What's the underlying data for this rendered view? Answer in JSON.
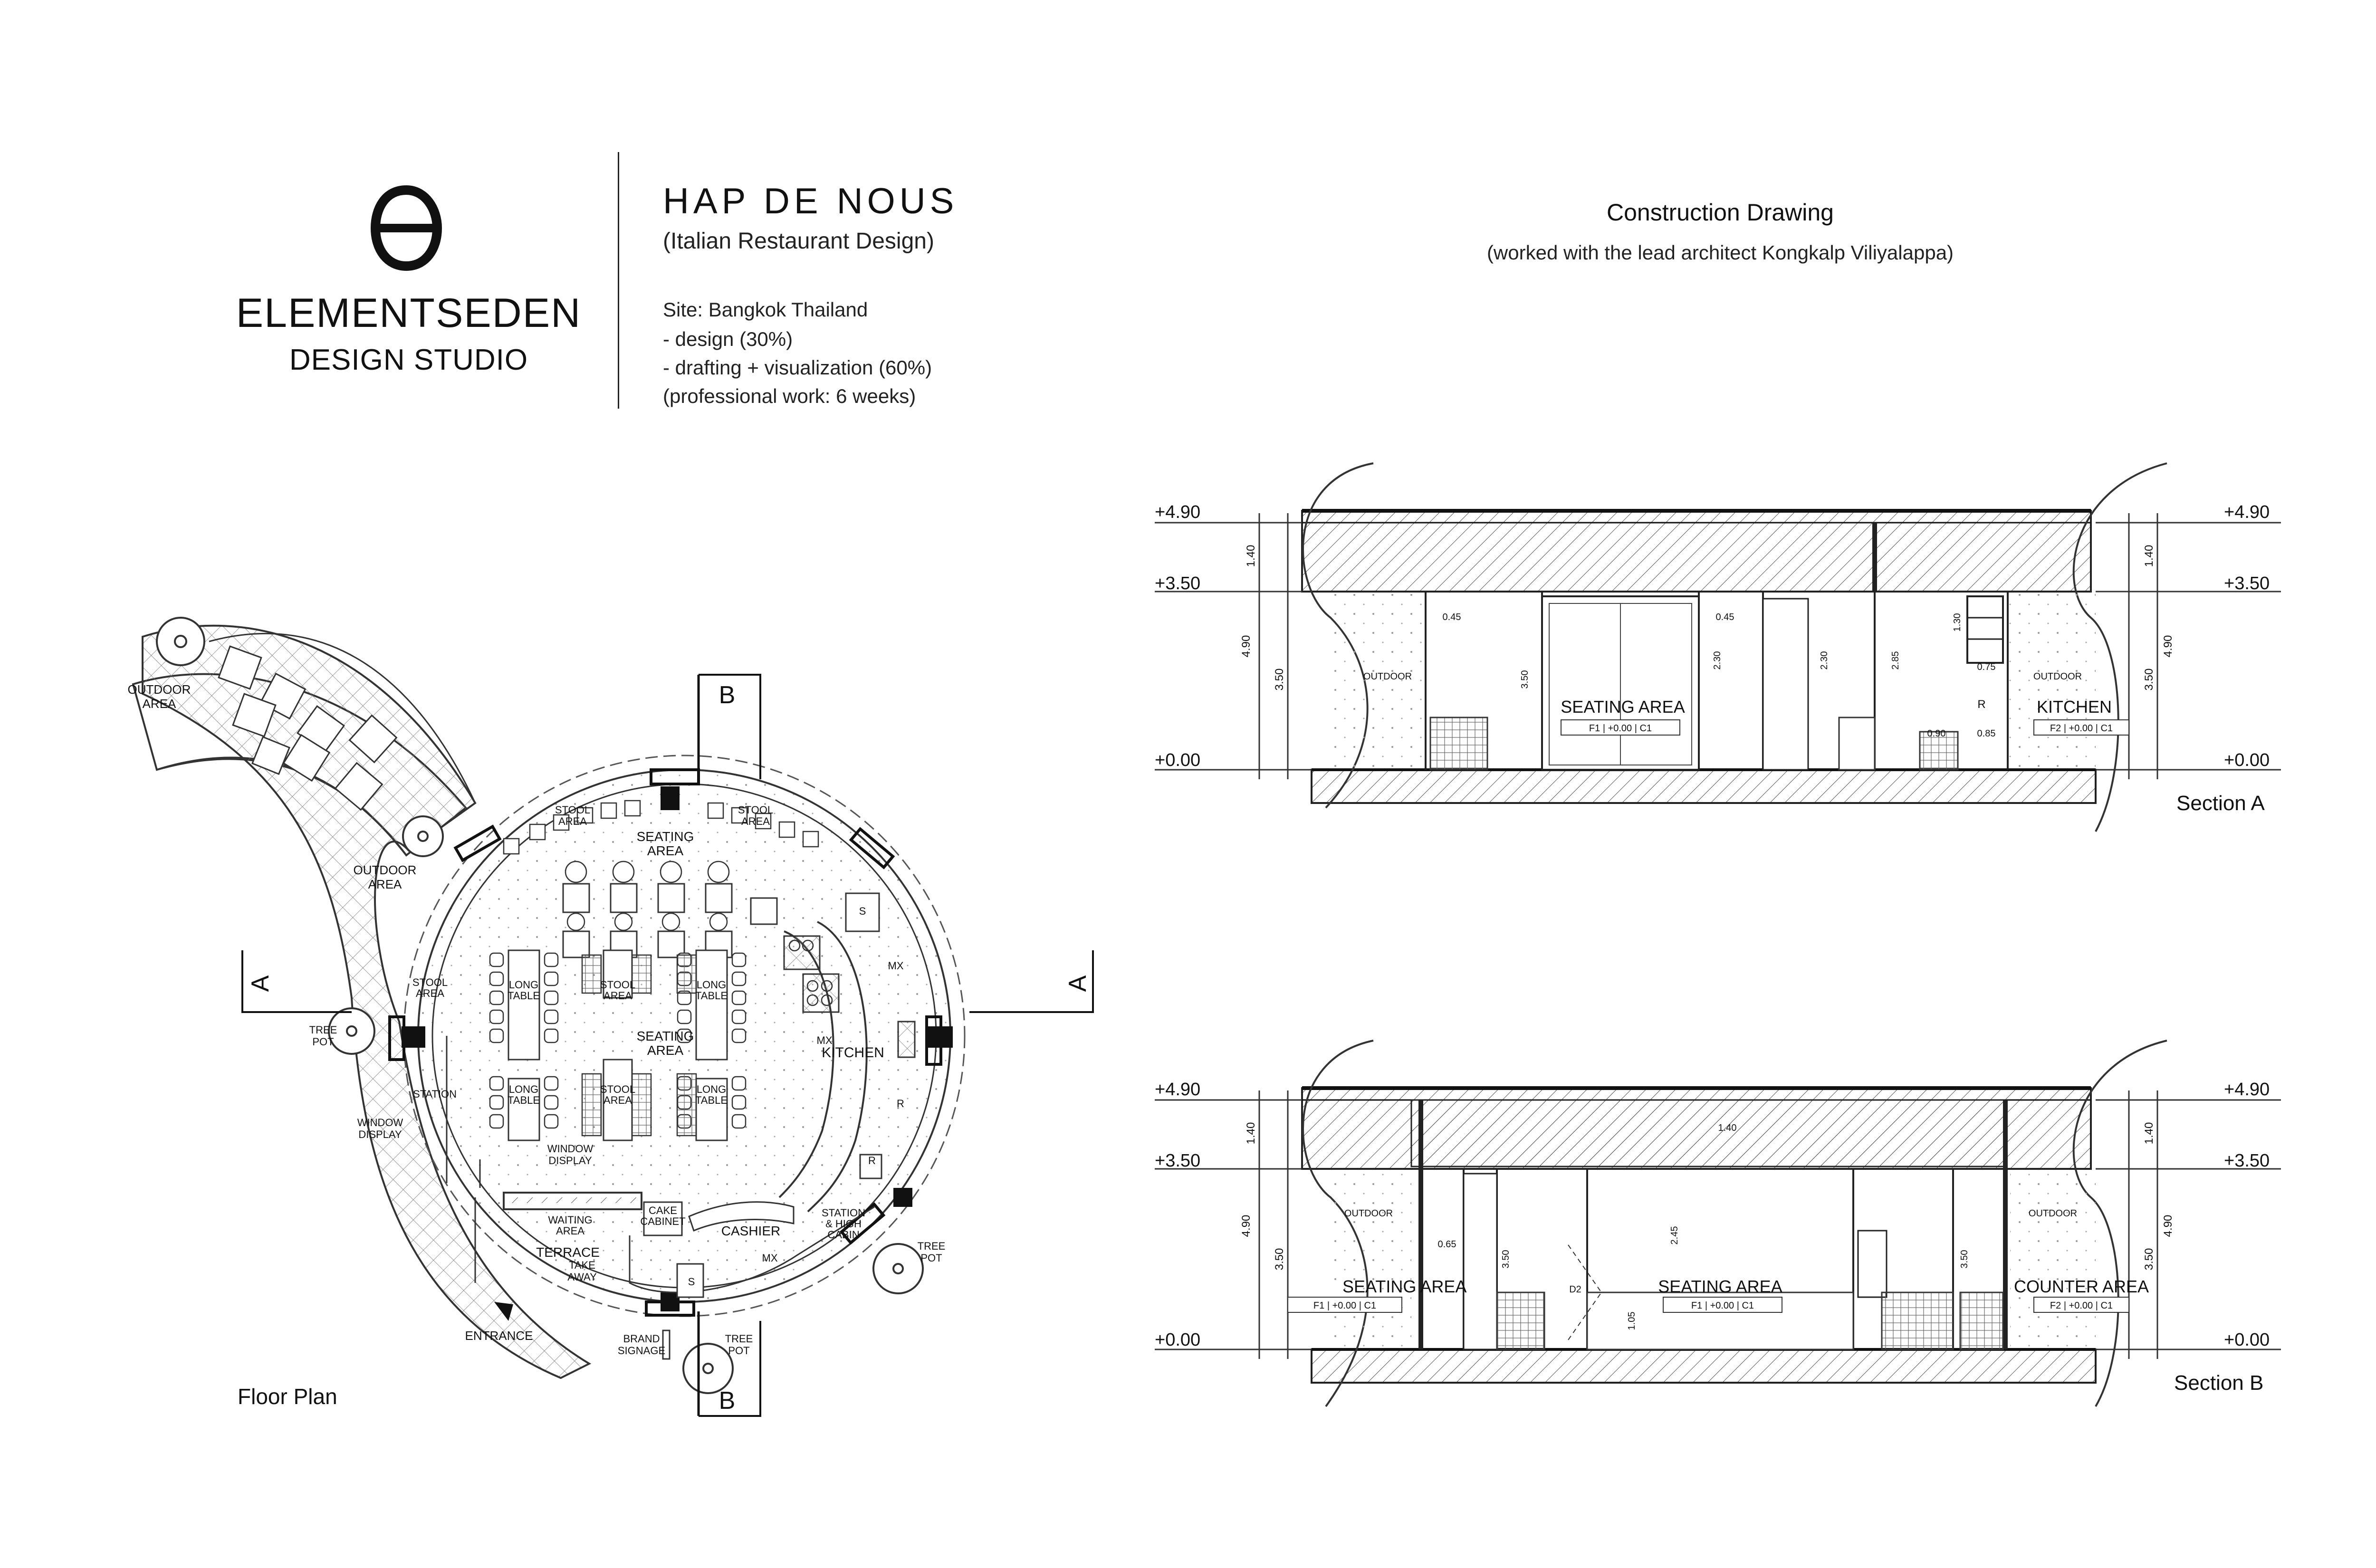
{
  "studio": {
    "name": "ELEMENTSEDEN",
    "subtitle": "DESIGN STUDIO"
  },
  "project": {
    "title": "HAP DE NOUS",
    "subtitle": "(Italian Restaurant Design)",
    "info": [
      "Site: Bangkok Thailand",
      "- design (30%)",
      "- drafting + visualization (60%)",
      "(professional work: 6 weeks)"
    ]
  },
  "construction": {
    "title": "Construction Drawing",
    "subtitle": "(worked with the lead architect Kongkalp Viliyalappa)"
  },
  "floor_plan": {
    "caption": "Floor Plan",
    "section_marks": {
      "a": "A",
      "b": "B"
    },
    "labels": {
      "outdoor_area_1": "OUTDOOR",
      "outdoor_area_1b": "AREA",
      "outdoor_area_2": "OUTDOOR",
      "outdoor_area_2b": "AREA",
      "tree_pot_1": "TREE",
      "tree_pot_1b": "POT",
      "tree_pot_2": "TREE",
      "tree_pot_2b": "POT",
      "tree_pot_3": "TREE",
      "tree_pot_3b": "POT",
      "stool_area_top_l": "STOOL",
      "stool_area_top_lb": "AREA",
      "stool_area_top_r": "STOOL",
      "stool_area_top_rb": "AREA",
      "seating_area_top": "SEATING",
      "seating_area_topb": "AREA",
      "stool_area_left": "STOOL",
      "stool_area_leftb": "AREA",
      "long_table_1": "LONG",
      "long_table_1b": "TABLE",
      "stool_area_mid1": "STOOL",
      "stool_area_mid1b": "AREA",
      "long_table_2": "LONG",
      "long_table_2b": "TABLE",
      "seating_area_mid": "SEATING",
      "seating_area_midb": "AREA",
      "long_table_3": "LONG",
      "long_table_3b": "TABLE",
      "stool_area_mid2": "STOOL",
      "stool_area_mid2b": "AREA",
      "long_table_4": "LONG",
      "long_table_4b": "TABLE",
      "station_left": "STATION",
      "window_display_1": "WINDOW",
      "window_display_1b": "DISPLAY",
      "window_display_2": "WINDOW",
      "window_display_2b": "DISPLAY",
      "kitchen": "KITCHEN",
      "mx_1": "MX",
      "mx_2": "MX",
      "mx_3": "MX",
      "r_1": "R",
      "r_2": "R",
      "s_1": "S",
      "s_2": "S",
      "waiting_area": "WAITING",
      "waiting_areab": "AREA",
      "terrace": "TERRACE",
      "take": "TAKE",
      "away": "AWAY",
      "cake": "CAKE",
      "cabinet": "CABINET",
      "cashier": "CASHIER",
      "station_high": "STATION",
      "station_highb": "& HIGH",
      "station_highc": "CABIN",
      "entrance": "ENTRANCE",
      "brand": "BRAND",
      "signage": "SIGNAGE"
    }
  },
  "section_a": {
    "caption": "Section A",
    "levels": [
      "+4.90",
      "+3.50",
      "+0.00"
    ],
    "dims": [
      "1.40",
      "3.50",
      "4.90"
    ],
    "labels": {
      "outdoor_l": "OUTDOOR",
      "outdoor_r": "OUTDOOR",
      "seating_area": "SEATING  AREA",
      "kitchen": "KITCHEN",
      "tag_1": "F1 | +0.00 | C1",
      "tag_2": "F2 | +0.00 | C1",
      "d045a": "0.45",
      "d045b": "0.45",
      "d230a": "2.30",
      "d230b": "2.30",
      "d285": "2.85",
      "d130": "1.30",
      "d075": "0.75",
      "d090": "0.90",
      "d085": "0.85",
      "d350": "3.50",
      "r": "R"
    }
  },
  "section_b": {
    "caption": "Section B",
    "levels": [
      "+4.90",
      "+3.50",
      "+0.00"
    ],
    "dims": [
      "1.40",
      "3.50",
      "4.90"
    ],
    "labels": {
      "outdoor_l": "OUTDOOR",
      "outdoor_r": "OUTDOOR",
      "seating_area_l": "SEATING  AREA",
      "seating_area_m": "SEATING  AREA",
      "counter_area": "COUNTER  AREA",
      "tag_1": "F1 | +0.00 | C1",
      "tag_2": "F1 | +0.00 | C1",
      "tag_3": "F2 | +0.00 | C1",
      "d065": "0.65",
      "d245": "2.45",
      "d350a": "3.50",
      "d350b": "3.50",
      "d105": "1.05",
      "d2": "D2",
      "d140": "1.40"
    }
  }
}
